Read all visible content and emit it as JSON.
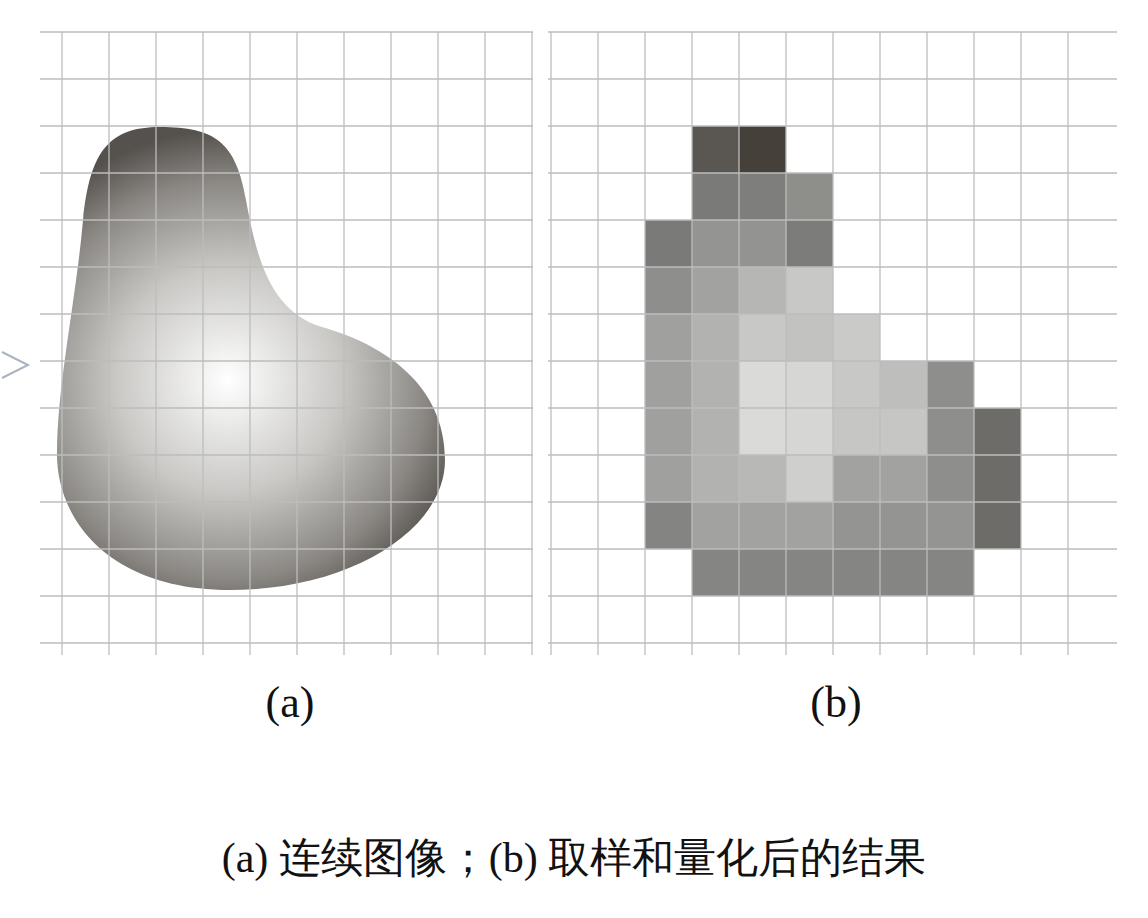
{
  "diagram": {
    "caption": "(a) 连续图像；(b) 取样和量化后的结果",
    "labels": [
      "(a)",
      "(b)"
    ]
  }
}
